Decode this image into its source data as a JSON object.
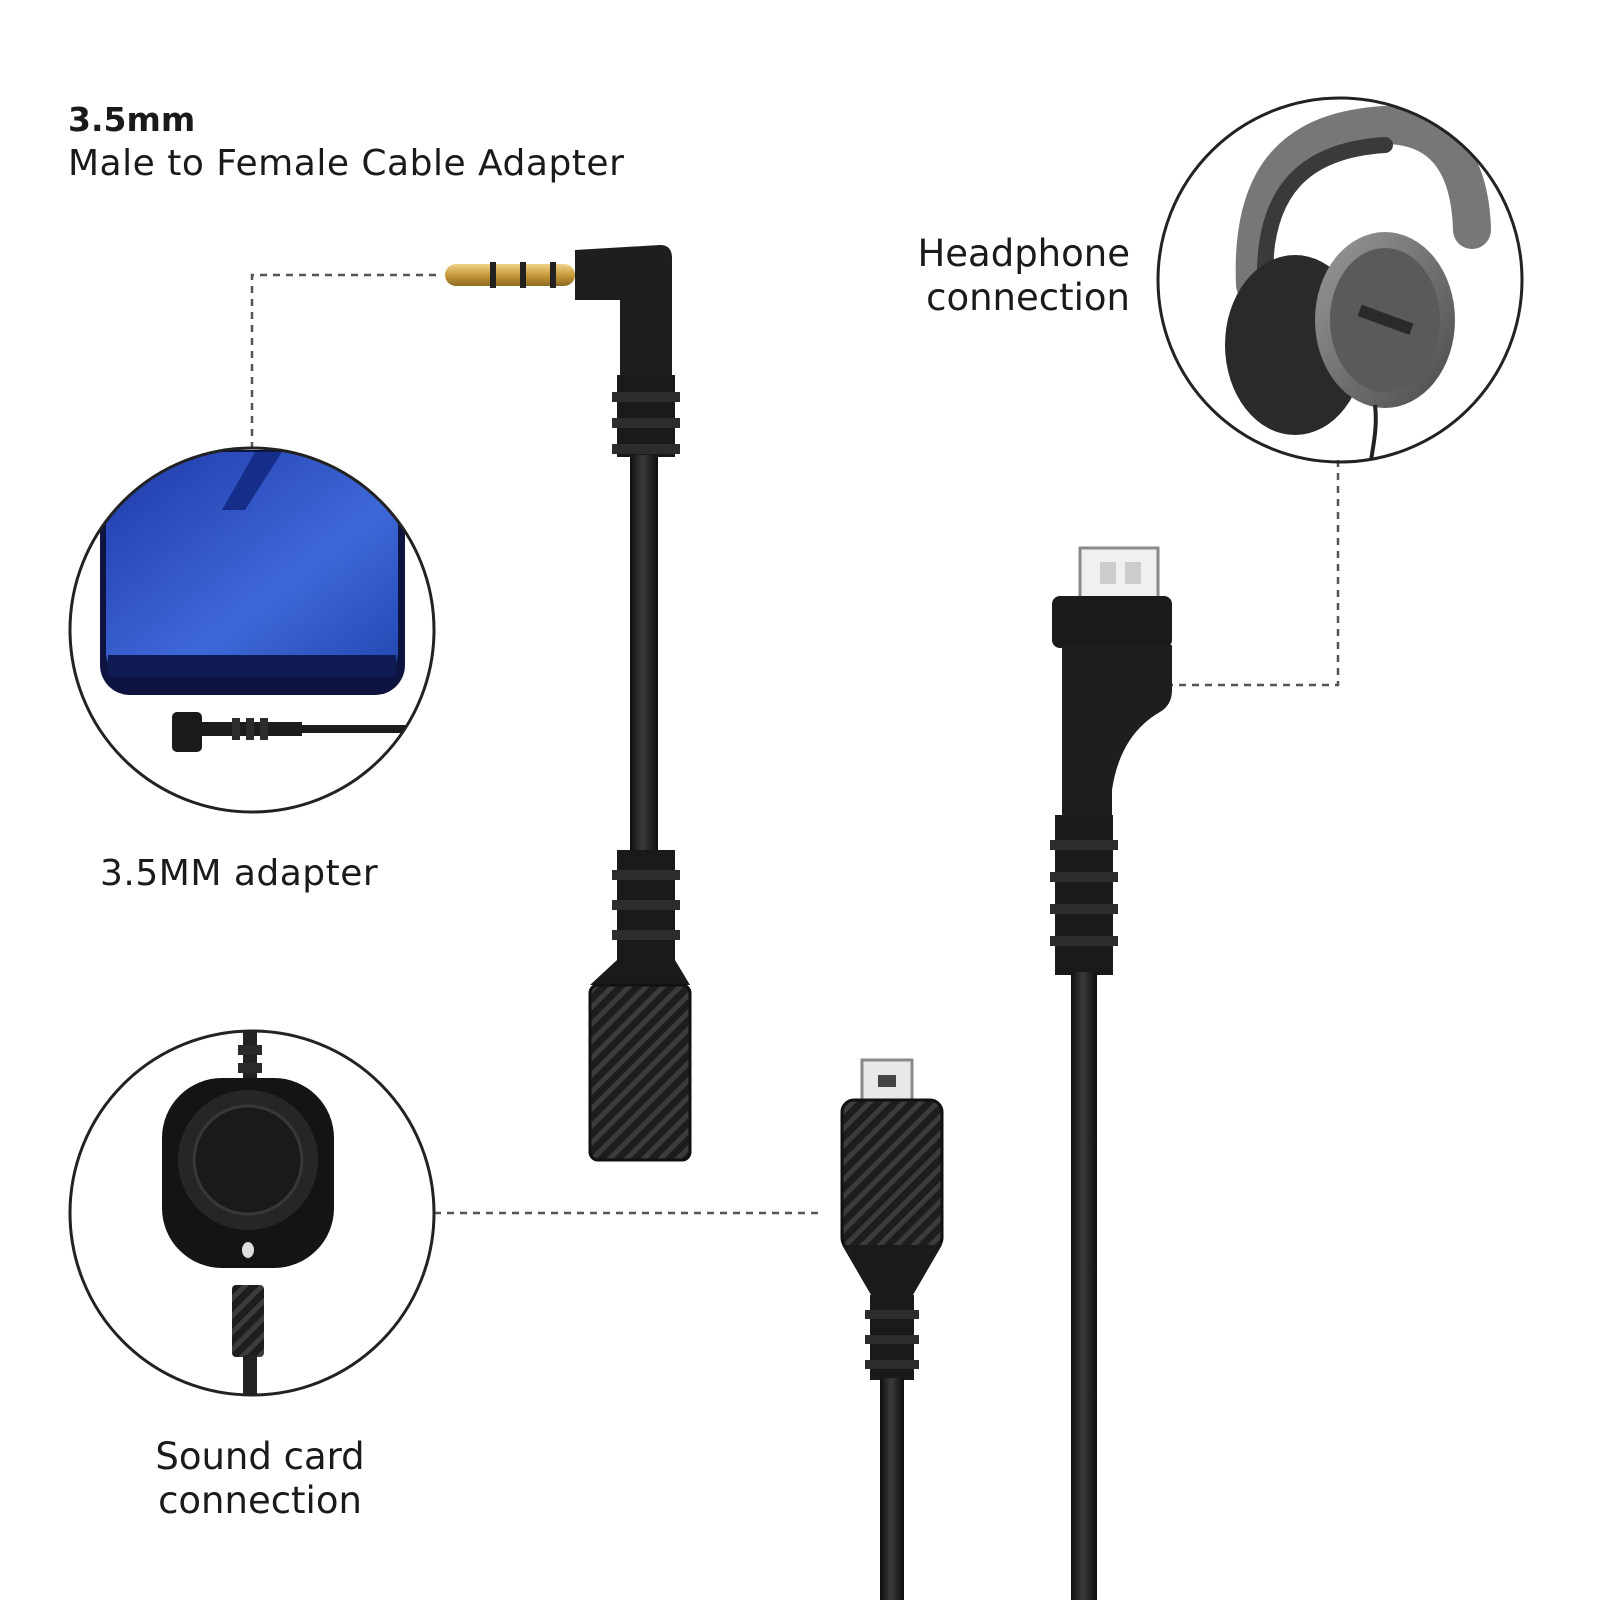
{
  "header": {
    "title_strong": "3.5mm",
    "title_sub": "Male to Female Cable Adapter"
  },
  "labels": {
    "headphone_line1": "Headphone",
    "headphone_line2": "connection",
    "adapter": "3.5MM adapter",
    "soundcard_line1": "Sound card",
    "soundcard_line2": "connection"
  },
  "colors": {
    "cable": "#1c1c1c",
    "phone_screen": "#2f4fc0",
    "headset": "#6e6e6e",
    "gold_plug": "#c9a24a",
    "dashed_line": "#555555"
  },
  "icons": [
    "headset-image",
    "phone-image",
    "sound-card-remote-image",
    "audio-plug-image",
    "mini-usb-plug-image",
    "micro-connector-image"
  ]
}
